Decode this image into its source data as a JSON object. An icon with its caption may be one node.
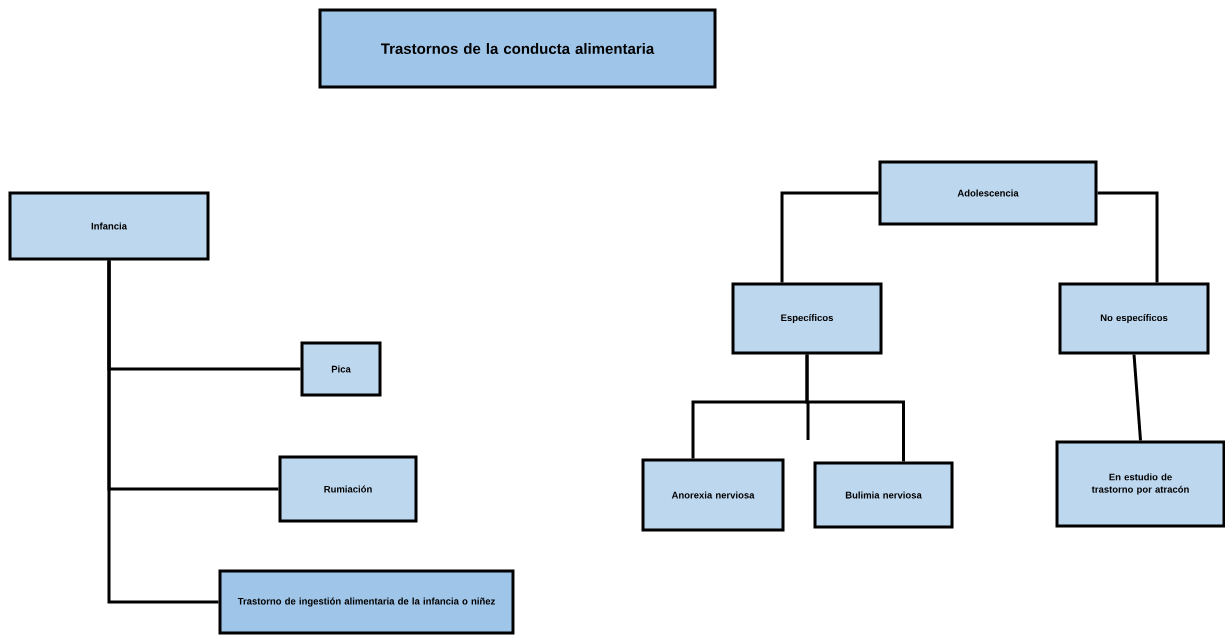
{
  "diagram": {
    "nodes": [
      {
        "text": [
          "Trastornos de la conducta alimentaria"
        ]
      },
      {
        "text": [
          "Infancia"
        ]
      },
      {
        "text": [
          "Pica"
        ]
      },
      {
        "text": [
          "Rumiación"
        ]
      },
      {
        "text": [
          "Trastorno de ingestión alimentaria de la infancia o niñez"
        ]
      },
      {
        "text": [
          "Adolescencia"
        ]
      },
      {
        "text": [
          "Específicos"
        ]
      },
      {
        "text": [
          "No específicos"
        ]
      },
      {
        "text": [
          "Anorexia nerviosa"
        ]
      },
      {
        "text": [
          "Bulimia nerviosa"
        ]
      },
      {
        "text": [
          "En estudio de trastorno por atracón"
        ]
      }
    ],
    "edges": [
      {
        "from": 1,
        "to": 2,
        "arrow": "none"
      },
      {
        "from": 1,
        "to": 3,
        "arrow": "none"
      },
      {
        "from": 1,
        "to": 4,
        "arrow": "none"
      },
      {
        "from": 5,
        "to": 6,
        "arrow": "none"
      },
      {
        "from": 5,
        "to": 7,
        "arrow": "none"
      },
      {
        "from": 6,
        "to": 8,
        "arrow": "none"
      },
      {
        "from": 6,
        "to": 9,
        "arrow": "none"
      },
      {
        "from": 7,
        "to": 10,
        "arrow": "none"
      }
    ]
  }
}
